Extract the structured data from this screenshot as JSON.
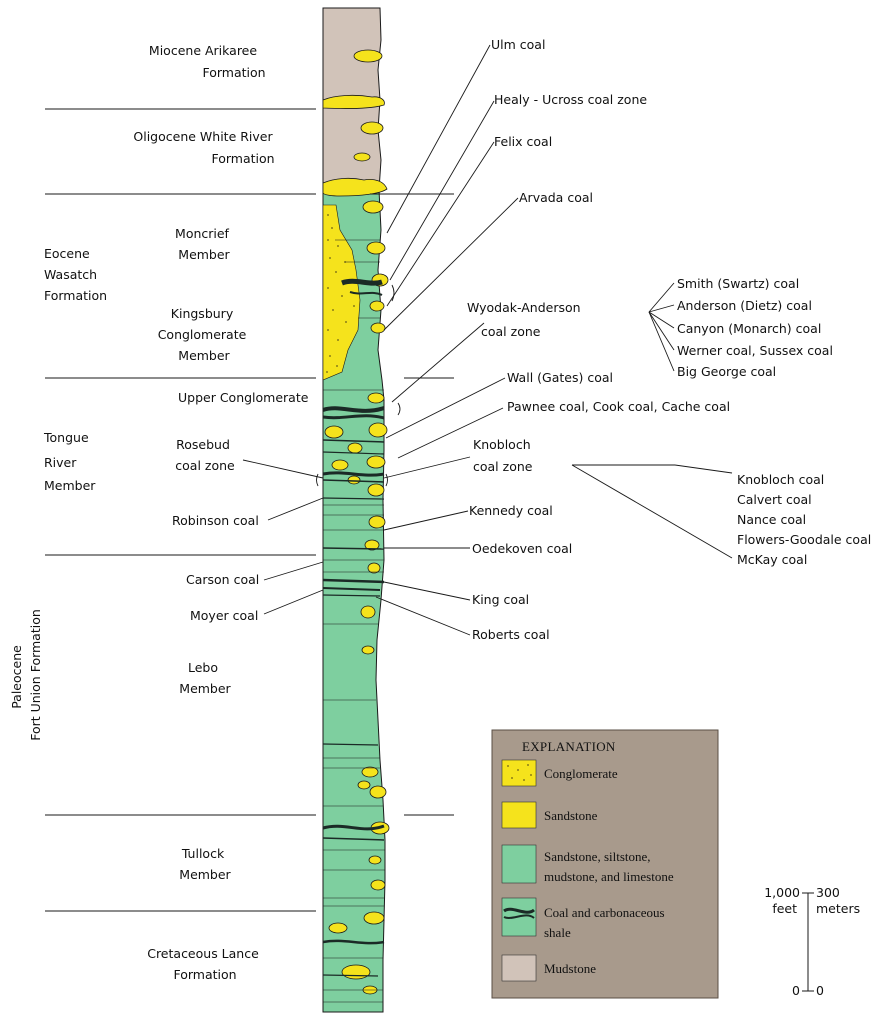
{
  "formations": {
    "miocene": [
      "Miocene Arikaree",
      "Formation"
    ],
    "oligocene": [
      "Oligocene White River",
      "Formation"
    ],
    "eocene": [
      "Eocene",
      "Wasatch",
      "Formation"
    ],
    "moncrief": [
      "Moncrief",
      "Member"
    ],
    "kingsbury": [
      "Kingsbury",
      "Conglomerate",
      "Member"
    ],
    "upper_conglomerate": "Upper Conglomerate",
    "tongue_river": [
      "Tongue",
      "River",
      "Member"
    ],
    "rosebud": [
      "Rosebud",
      "coal zone"
    ],
    "robinson": "Robinson coal",
    "carson": "Carson coal",
    "moyer": "Moyer coal",
    "lebo": [
      "Lebo",
      "Member"
    ],
    "tullock": [
      "Tullock",
      "Member"
    ],
    "lance": [
      "Cretaceous Lance",
      "Formation"
    ],
    "paleocene_vertical": [
      "Paleocene",
      "Fort Union Formation"
    ]
  },
  "coals_right": {
    "ulm": "Ulm coal",
    "healy": "Healy - Ucross coal zone",
    "felix": "Felix coal",
    "arvada": "Arvada coal",
    "wyodak": [
      "Wyodak-Anderson",
      "coal zone"
    ],
    "wall": "Wall (Gates) coal",
    "pawnee": "Pawnee coal, Cook coal, Cache coal",
    "knobloch_zone": [
      "Knobloch",
      "coal zone"
    ],
    "kennedy": "Kennedy coal",
    "oedekoven": "Oedekoven coal",
    "king": "King coal",
    "roberts": "Roberts coal"
  },
  "wyodak_list": [
    "Smith (Swartz) coal",
    "Anderson (Dietz) coal",
    "Canyon (Monarch) coal",
    "Werner coal, Sussex coal",
    "Big George coal"
  ],
  "knobloch_list": [
    "Knobloch coal",
    "Calvert coal",
    "Nance coal",
    "Flowers-Goodale coal",
    "McKay coal"
  ],
  "legend": {
    "title": "EXPLANATION",
    "items": [
      {
        "label_lines": [
          "Conglomerate"
        ],
        "swatch": "conglomerate"
      },
      {
        "label_lines": [
          "Sandstone"
        ],
        "swatch": "sandstone"
      },
      {
        "label_lines": [
          "Sandstone, siltstone,",
          "mudstone, and limestone"
        ],
        "swatch": "siltstone"
      },
      {
        "label_lines": [
          "Coal and carbonaceous",
          "shale"
        ],
        "swatch": "coal"
      },
      {
        "label_lines": [
          "Mudstone"
        ],
        "swatch": "mudstone"
      }
    ]
  },
  "scale": {
    "feet_top": "1,000",
    "feet_unit": "feet",
    "meters_top": "300",
    "meters_unit": "meters",
    "feet_bottom": "0",
    "meters_bottom": "0"
  },
  "colors": {
    "green": "#7ecf9f",
    "yellow": "#f5e31c",
    "mudstone": "#d1c3b9",
    "legend_bg": "#a89a8c",
    "coal": "#1b2a26"
  }
}
